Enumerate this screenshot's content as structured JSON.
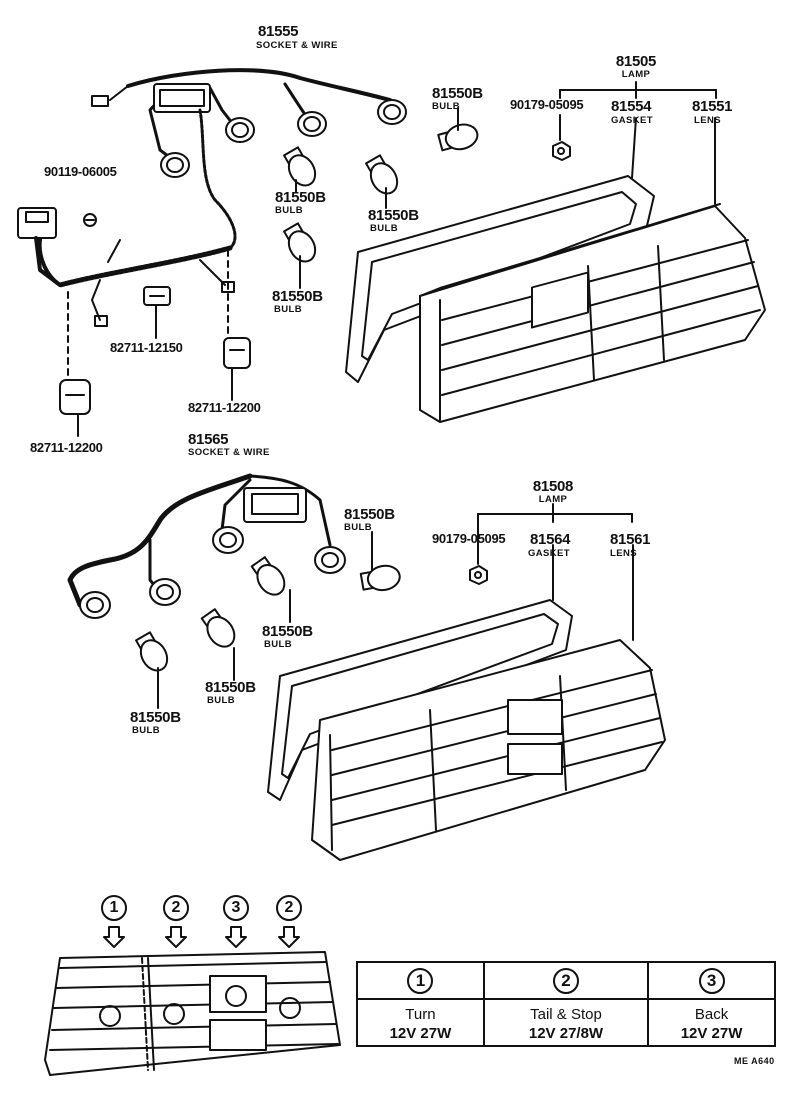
{
  "upper_assembly": {
    "socket_wire": {
      "part_no": "81555",
      "name": "SOCKET & WIRE"
    },
    "lamp": {
      "part_no": "81505",
      "name": "LAMP"
    },
    "nut": {
      "part_no": "90179-05095"
    },
    "gasket": {
      "part_no": "81554",
      "name": "GASKET"
    },
    "lens": {
      "part_no": "81551",
      "name": "LENS"
    },
    "screw": {
      "part_no": "90119-06005"
    },
    "clamp_a": {
      "part_no": "82711-12150"
    },
    "clamp_b": {
      "part_no": "82711-12200"
    },
    "clamp_c": {
      "part_no": "82711-12200"
    },
    "bulb_1": {
      "part_no": "81550B",
      "name": "BULB"
    },
    "bulb_2": {
      "part_no": "81550B",
      "name": "BULB"
    },
    "bulb_3": {
      "part_no": "81550B",
      "name": "BULB"
    },
    "bulb_4": {
      "part_no": "81550B",
      "name": "BULB"
    }
  },
  "lower_assembly": {
    "socket_wire": {
      "part_no": "81565",
      "name": "SOCKET & WIRE"
    },
    "lamp": {
      "part_no": "81508",
      "name": "LAMP"
    },
    "nut": {
      "part_no": "90179-05095"
    },
    "gasket": {
      "part_no": "81564",
      "name": "GASKET"
    },
    "lens": {
      "part_no": "81561",
      "name": "LENS"
    },
    "bulb_1": {
      "part_no": "81550B",
      "name": "BULB"
    },
    "bulb_2": {
      "part_no": "81550B",
      "name": "BULB"
    },
    "bulb_3": {
      "part_no": "81550B",
      "name": "BULB"
    }
  },
  "positions": [
    "1",
    "2",
    "3",
    "2"
  ],
  "legend": [
    {
      "num": "1",
      "name": "Turn",
      "rating": "12V 27W"
    },
    {
      "num": "2",
      "name": "Tail & Stop",
      "rating": "12V 27/8W"
    },
    {
      "num": "3",
      "name": "Back",
      "rating": "12V 27W"
    }
  ],
  "footer_code": "ME A640"
}
